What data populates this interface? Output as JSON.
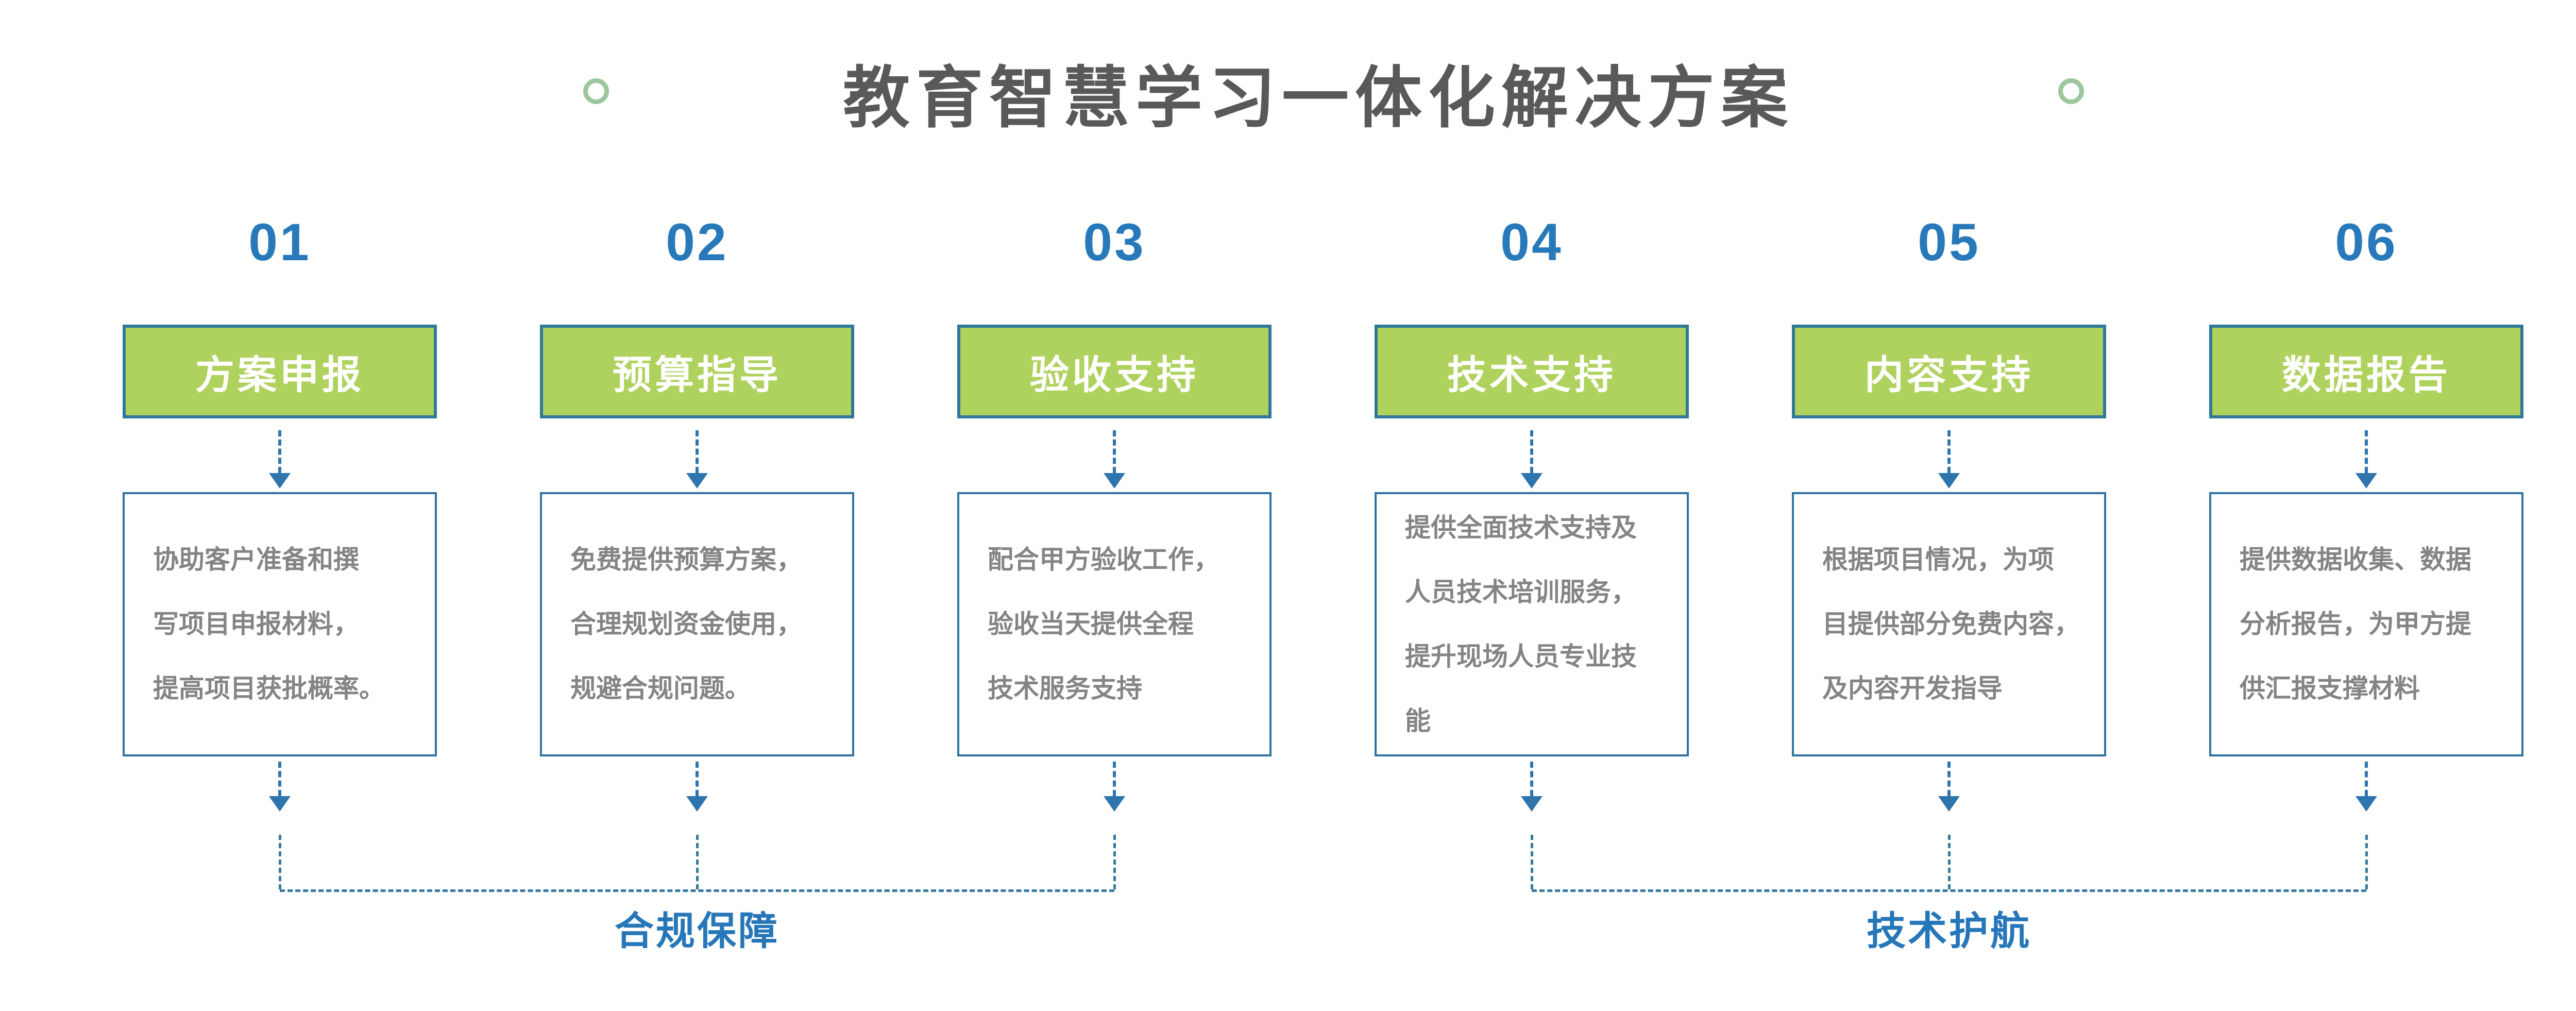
{
  "title": "教育智慧学习一体化解决方案",
  "columns": [
    {
      "number": "01",
      "header": "方案申报",
      "description": "协助客户准备和撰\n写项目申报材料，\n提高项目获批概率。"
    },
    {
      "number": "02",
      "header": "预算指导",
      "description": "免费提供预算方案，\n合理规划资金使用，\n规避合规问题。"
    },
    {
      "number": "03",
      "header": "验收支持",
      "description": "配合甲方验收工作，\n验收当天提供全程\n技术服务支持"
    },
    {
      "number": "04",
      "header": "技术支持",
      "description": "提供全面技术支持及\n人员技术培训服务，\n提升现场人员专业技\n能"
    },
    {
      "number": "05",
      "header": "内容支持",
      "description": "根据项目情况，为项\n目提供部分免费内容，\n及内容开发指导"
    },
    {
      "number": "06",
      "header": "数据报告",
      "description": "提供数据收集、数据\n分析报告，为甲方提\n供汇报支撑材料"
    }
  ],
  "groups": [
    {
      "label": "合规保障"
    },
    {
      "label": "技术护航"
    }
  ],
  "colors": {
    "accent_blue": "#2879ba",
    "arrow_blue": "#2e74ad",
    "header_green": "#afd15e",
    "header_border_teal": "#2f7897",
    "desc_border_blue": "#2f73a0",
    "title_gray": "#595959",
    "body_gray": "#848484",
    "circle_green": "#9cc69d"
  }
}
